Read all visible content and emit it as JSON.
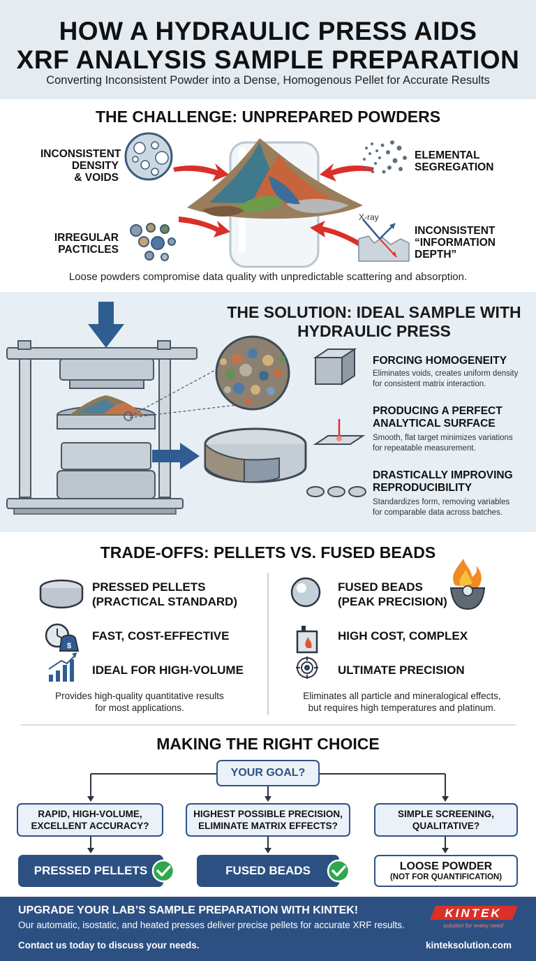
{
  "header": {
    "title_line1": "HOW A HYDRAULIC PRESS AIDS",
    "title_line2": "XRF ANALYSIS SAMPLE PREPARATION",
    "subtitle": "Converting Inconsistent Powder into a Dense, Homogenous Pellet for Accurate Results"
  },
  "challenge": {
    "title": "THE CHALLENGE: UNPREPARED POWDERS",
    "density_l1": "INCONSISTENT",
    "density_l2": "DENSITY",
    "density_l3": "& VOIDS",
    "segregation_l1": "ELEMENTAL",
    "segregation_l2": "SEGREGATION",
    "irregular_l1": "IRREGULAR",
    "irregular_l2": "PACTICLES",
    "xray_label": "X-ray",
    "depth_l1": "INCONSISTENT",
    "depth_l2": "“INFORMATION",
    "depth_l3": "DEPTH”",
    "caption": "Loose powders compromise data quality with unpredictable scattering and absorption."
  },
  "solution": {
    "title_l1": "THE SOLUTION: IDEAL SAMPLE WITH",
    "title_l2": "HYDRAULIC PRESS",
    "items": [
      {
        "heading_l1": "FORCING HOMOGENEITY",
        "heading_l2": "",
        "desc_l1": "Eliminates voids, creates uniform density",
        "desc_l2": "for consistent matrix interaction."
      },
      {
        "heading_l1": "PRODUCING A PERFECT",
        "heading_l2": "ANALYTICAL SURFACE",
        "desc_l1": "Smooth, flat target minimizes variations",
        "desc_l2": "for repeatable measurement."
      },
      {
        "heading_l1": "DRASTICALLY IMPROVING",
        "heading_l2": "REPRODUCIBILITY",
        "desc_l1": "Standardizes form, removing variables",
        "desc_l2": "for comparable data across batches."
      }
    ]
  },
  "tradeoffs": {
    "title": "TRADE-OFFS: PELLETS VS. FUSED BEADS",
    "pellets_l1": "PRESSED PELLETS",
    "pellets_l2": "(PRACTICAL STANDARD)",
    "pellets_fast": "FAST, COST-EFFECTIVE",
    "pellets_volume": "IDEAL FOR HIGH-VOLUME",
    "pellets_desc_l1": "Provides high-quality quantitative results",
    "pellets_desc_l2": "for most applications.",
    "beads_l1": "FUSED BEADS",
    "beads_l2": "(PEAK PRECISION)",
    "beads_cost": "HIGH COST, COMPLEX",
    "beads_precision": "ULTIMATE PRECISION",
    "beads_desc_l1": "Eliminates all particle and mineralogical effects,",
    "beads_desc_l2": "but requires high temperatures and platinum."
  },
  "decision": {
    "title": "MAKING THE RIGHT CHOICE",
    "goal": "YOUR GOAL?",
    "q1_l1": "RAPID, HIGH-VOLUME,",
    "q1_l2": "EXCELLENT ACCURACY?",
    "q2_l1": "HIGHEST POSSIBLE PRECISION,",
    "q2_l2": "ELIMINATE MATRIX EFFECTS?",
    "q3_l1": "SIMPLE SCREENING,",
    "q3_l2": "QUALITATIVE?",
    "r1": "PRESSED PELLETS",
    "r2": "FUSED BEADS",
    "r3_l1": "LOOSE POWDER",
    "r3_l2": "(NOT FOR QUANTIFICATION)"
  },
  "footer": {
    "title": "UPGRADE YOUR LAB’S SAMPLE PREPARATION WITH KINTEK!",
    "body": "Our automatic, isostatic, and heated presses deliver precise pellets for accurate XRF results.",
    "contact": "Contact us today to discuss your needs.",
    "url": "kinteksolution.com",
    "logo_text": "KINTEK",
    "logo_tagline": "solution for every need"
  },
  "colors": {
    "navy": "#2c5082",
    "accent_red": "#d9302a",
    "check_green": "#2ea84a"
  }
}
